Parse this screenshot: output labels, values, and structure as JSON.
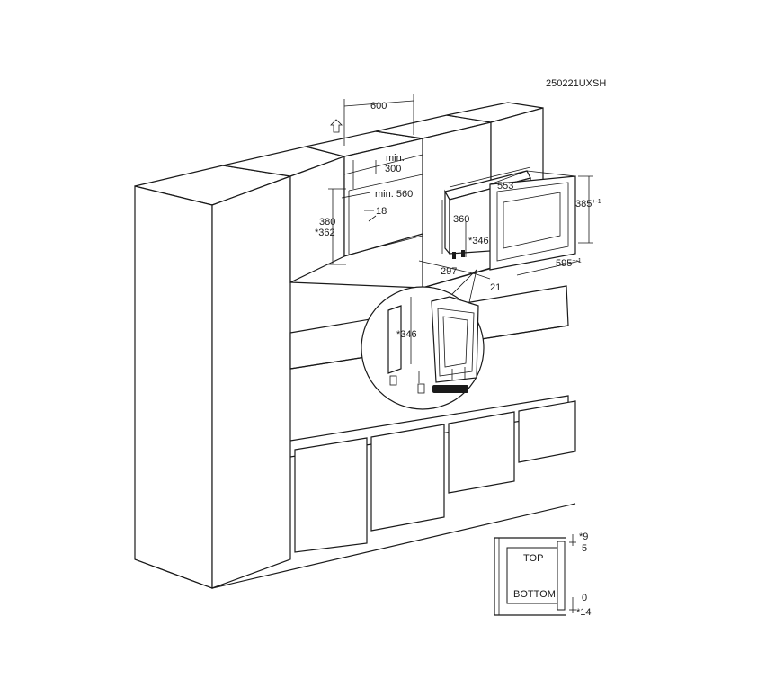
{
  "drawing_code": "250221UXSH",
  "dimensions": {
    "width_600": "600",
    "min_300_a": "min.",
    "min_300_b": "300",
    "min_560": "min. 560",
    "d_18": "18",
    "d_380": "380",
    "d_362": "*362",
    "d_553": "553",
    "d_360": "360",
    "d_346": "*346",
    "d_385": "385",
    "d_385_tol": "+-1",
    "d_595": "595",
    "d_595_tol": "+-1",
    "d_297": "297",
    "d_21": "21",
    "detail_346": "*346"
  },
  "inset": {
    "top_label": "TOP",
    "bottom_label": "BOTTOM",
    "d_9": "*9",
    "d_5": "5",
    "d_0": "0",
    "d_14": "*14"
  },
  "colors": {
    "line": "#1a1a1a",
    "background": "#ffffff"
  }
}
